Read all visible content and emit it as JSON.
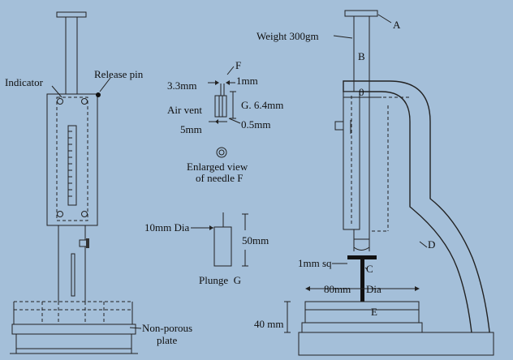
{
  "labels": {
    "indicator": "Indicator",
    "release_pin": "Release pin",
    "non_porous_line1": "Non-porous",
    "non_porous_line2": "plate",
    "needle_letter": "F",
    "needle_width": "3.3mm",
    "needle_tip": "1mm",
    "air_vent": "Air vent",
    "needle_height": "G. 6.4mm",
    "needle_body": "5mm",
    "needle_gap": "0.5mm",
    "enlarged_line1": "Enlarged view",
    "enlarged_line2": "of needle F",
    "plunger_dia": "10mm Dia",
    "plunger_len": "50mm",
    "plunger_name": "Plunge  G",
    "weight": "Weight 300gm",
    "letter_a": "A",
    "letter_b": "B",
    "zero_mark": "0",
    "letter_d": "D",
    "sq": "1mm sq",
    "letter_c": "C",
    "mould_dia_value": "80mm",
    "mould_dia_word": "Dia",
    "letter_e": "E",
    "mould_height": "40 mm"
  },
  "colors": {
    "background": "#a4bfd9",
    "line": "#222222"
  }
}
